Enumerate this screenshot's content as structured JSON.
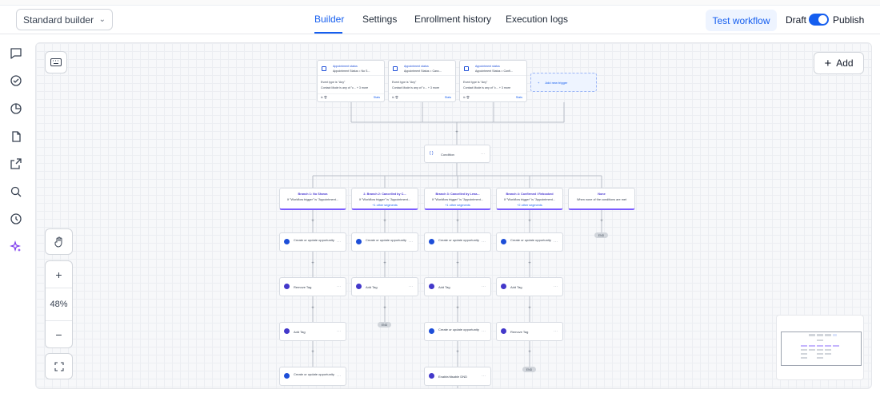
{
  "header": {
    "builder_select": "Standard builder",
    "tabs": [
      {
        "label": "Builder",
        "active": true
      },
      {
        "label": "Settings",
        "active": false
      },
      {
        "label": "Enrollment history",
        "active": false
      },
      {
        "label": "Execution logs",
        "active": false
      }
    ],
    "test_button": "Test workflow",
    "draft_label": "Draft",
    "publish_label": "Publish",
    "publish_enabled": true
  },
  "sidebar": {
    "icons": [
      "chat-icon",
      "check-circle-icon",
      "pie-chart-icon",
      "document-icon",
      "external-link-icon",
      "search-icon",
      "history-icon",
      "sparkles-icon"
    ]
  },
  "canvas": {
    "add_button": "Add",
    "zoom_level": "48%",
    "zoom_in": "+",
    "zoom_out": "−",
    "triggers": [
      {
        "title": "Appointment status",
        "subtitle": "Appointment Status = No S...",
        "line1": "Event type is \"Any\"",
        "line2": "Contact Mode is any of \"c... + 3 more",
        "stats": "Stats"
      },
      {
        "title": "Appointment status",
        "subtitle": "Appointment Status = Canc...",
        "line1": "Event type is \"Any\"",
        "line2": "Contact Mode is any of \"c... + 3 more",
        "stats": "Stats"
      },
      {
        "title": "Appointment status",
        "subtitle": "Appointment Status = Confi...",
        "line1": "Event type is \"Any\"",
        "line2": "Contact Mode is any of \"c... + 3 more",
        "stats": "Stats"
      }
    ],
    "add_trigger": "Add new trigger",
    "condition": "Condition",
    "branches": [
      {
        "title": "Branch 1: No Shows",
        "sub": "If \"Workflow trigger\" is \"Appointment...",
        "other": ""
      },
      {
        "title": "2. Branch 2: Cancelled by C...",
        "sub": "If \"Workflow trigger\" is \"Appointment...",
        "other": "+1 other segments"
      },
      {
        "title": "Branch 3: Cancelled by Lena...",
        "sub": "If \"Workflow trigger\" is \"Appointment...",
        "other": "+1 other segments"
      },
      {
        "title": "Branch 4: Confirmed / Rebooked",
        "sub": "If \"Workflow trigger\" is \"Appointment...",
        "other": "+2 other segments"
      },
      {
        "title": "None",
        "sub": "When none of the conditions are met",
        "other": ""
      }
    ],
    "actions": [
      {
        "text": "Create or update opportunity",
        "col": 0,
        "row": 0,
        "color": "#1d4ed8"
      },
      {
        "text": "Create or update opportunity",
        "col": 1,
        "row": 0,
        "color": "#1d4ed8"
      },
      {
        "text": "Create or update opportunity",
        "col": 2,
        "row": 0,
        "color": "#1d4ed8"
      },
      {
        "text": "Create or update opportunity",
        "col": 3,
        "row": 0,
        "color": "#1d4ed8"
      },
      {
        "text": "Remove Tag",
        "col": 0,
        "row": 1,
        "color": "#4338ca"
      },
      {
        "text": "Add Tag",
        "col": 1,
        "row": 1,
        "color": "#4338ca"
      },
      {
        "text": "Add Tag",
        "col": 2,
        "row": 1,
        "color": "#4338ca"
      },
      {
        "text": "Add Tag",
        "col": 3,
        "row": 1,
        "color": "#4338ca"
      },
      {
        "text": "Add Tag",
        "col": 0,
        "row": 2,
        "color": "#4338ca"
      },
      {
        "text": "Create or update opportunity",
        "col": 2,
        "row": 2,
        "color": "#1d4ed8"
      },
      {
        "text": "Remove Tag",
        "col": 3,
        "row": 2,
        "color": "#4338ca"
      },
      {
        "text": "Create or update opportunity",
        "col": 0,
        "row": 3,
        "color": "#1d4ed8"
      },
      {
        "text": "Enable/disable DND",
        "col": 2,
        "row": 3,
        "color": "#4338ca"
      }
    ],
    "end_label": "END"
  }
}
